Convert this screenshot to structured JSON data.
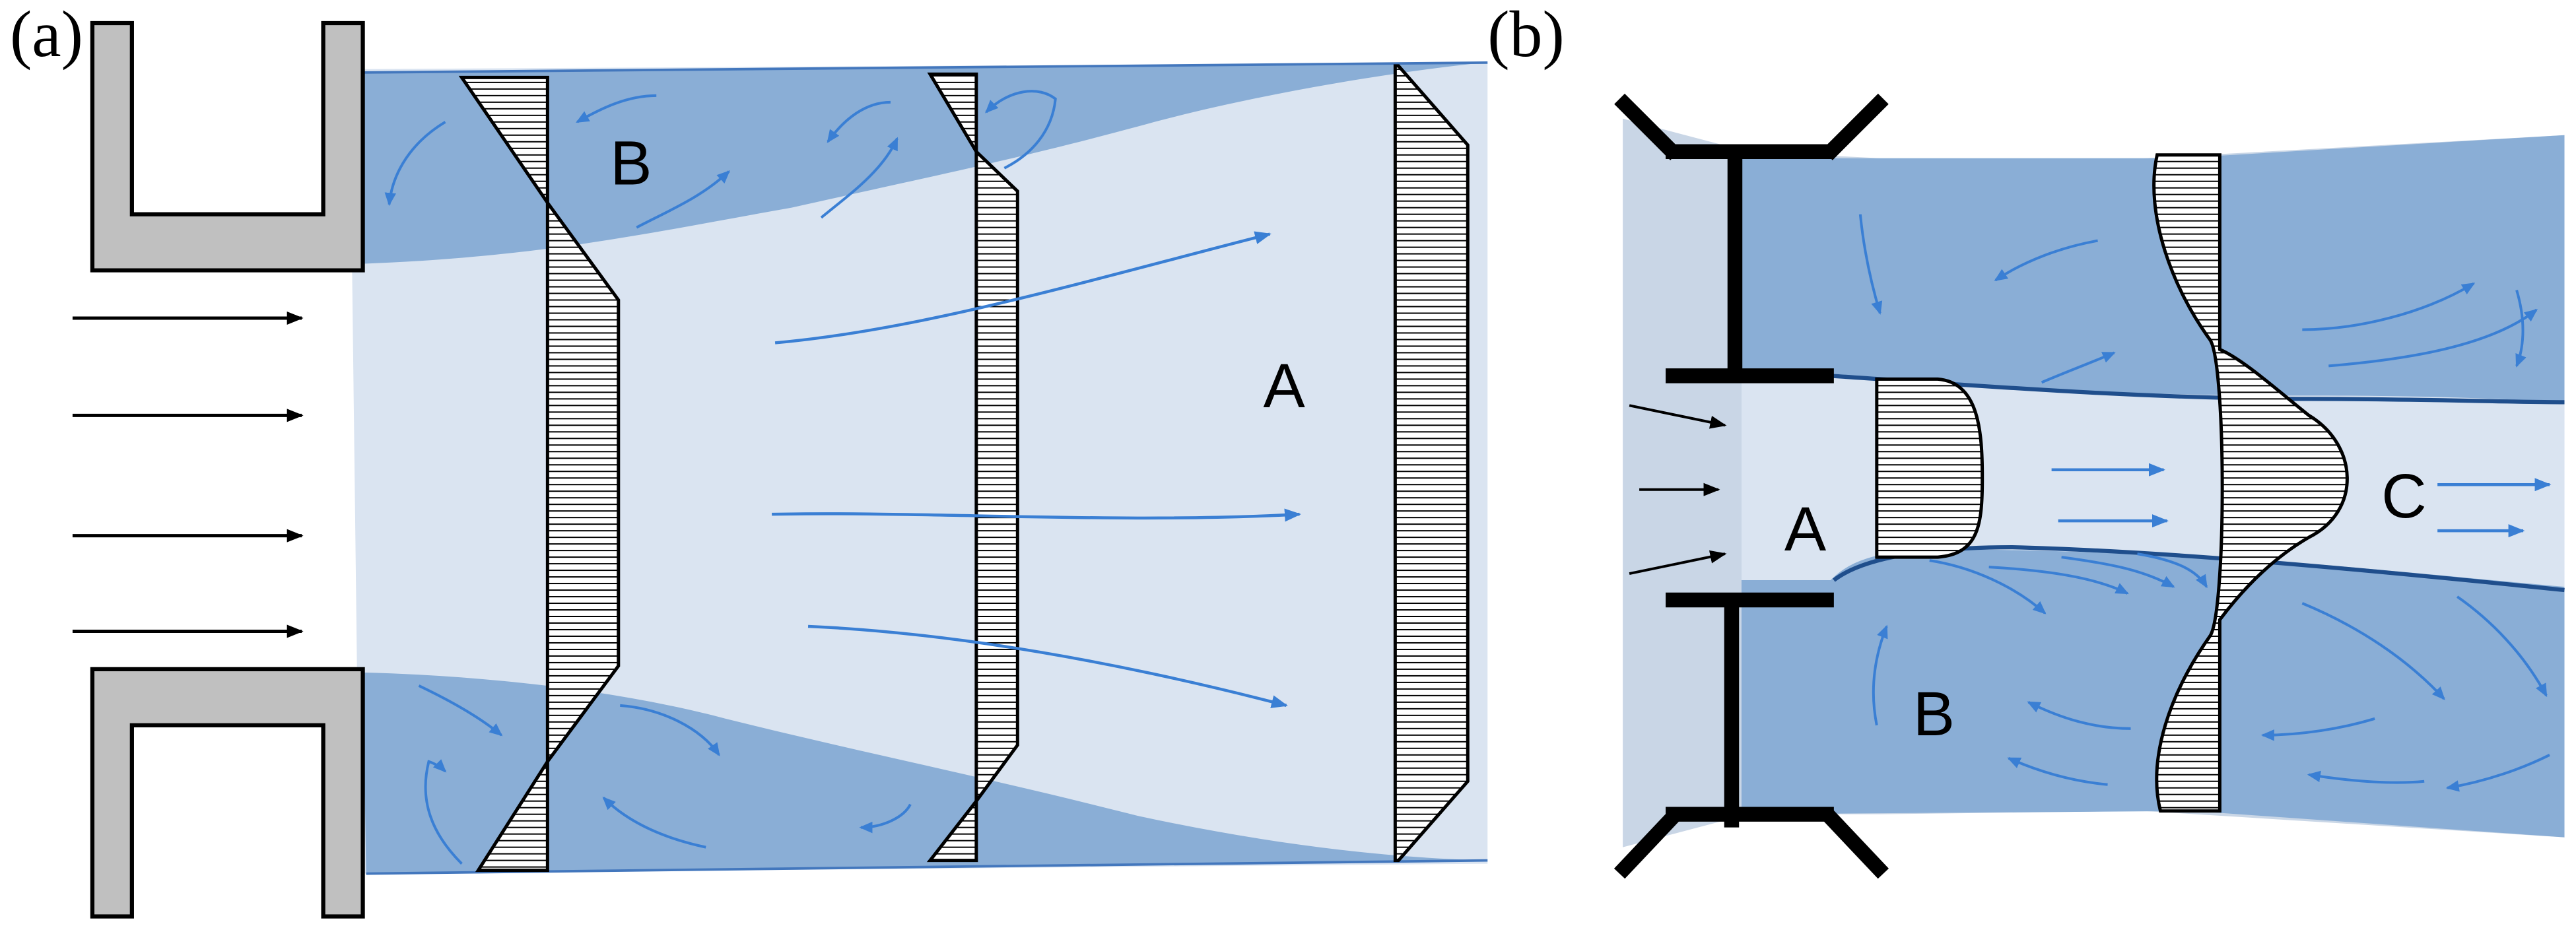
{
  "panels": {
    "a": {
      "label": "(a)",
      "zones": {
        "core": "A",
        "recirculation": "B"
      }
    },
    "b": {
      "label": "(b)",
      "zones": {
        "inlet": "A",
        "recirculation": "B",
        "jet": "C"
      }
    }
  },
  "colors": {
    "light_flow": "#dae4f1",
    "dark_flow": "#8aaed6",
    "pale_background": "#c9d6e6",
    "edge_blue": "#4377bd",
    "arrow_blue": "#3a7fd4",
    "boundary_blue": "#1f4e8c",
    "wall_gray": "#c0c0c0",
    "line_black": "#000000"
  },
  "icons": {
    "wall": "u-channel-wall",
    "electrode": "i-beam-electrode",
    "inflow": "black-arrow",
    "stream": "blue-arrow",
    "profile": "hatched-velocity-profile"
  }
}
